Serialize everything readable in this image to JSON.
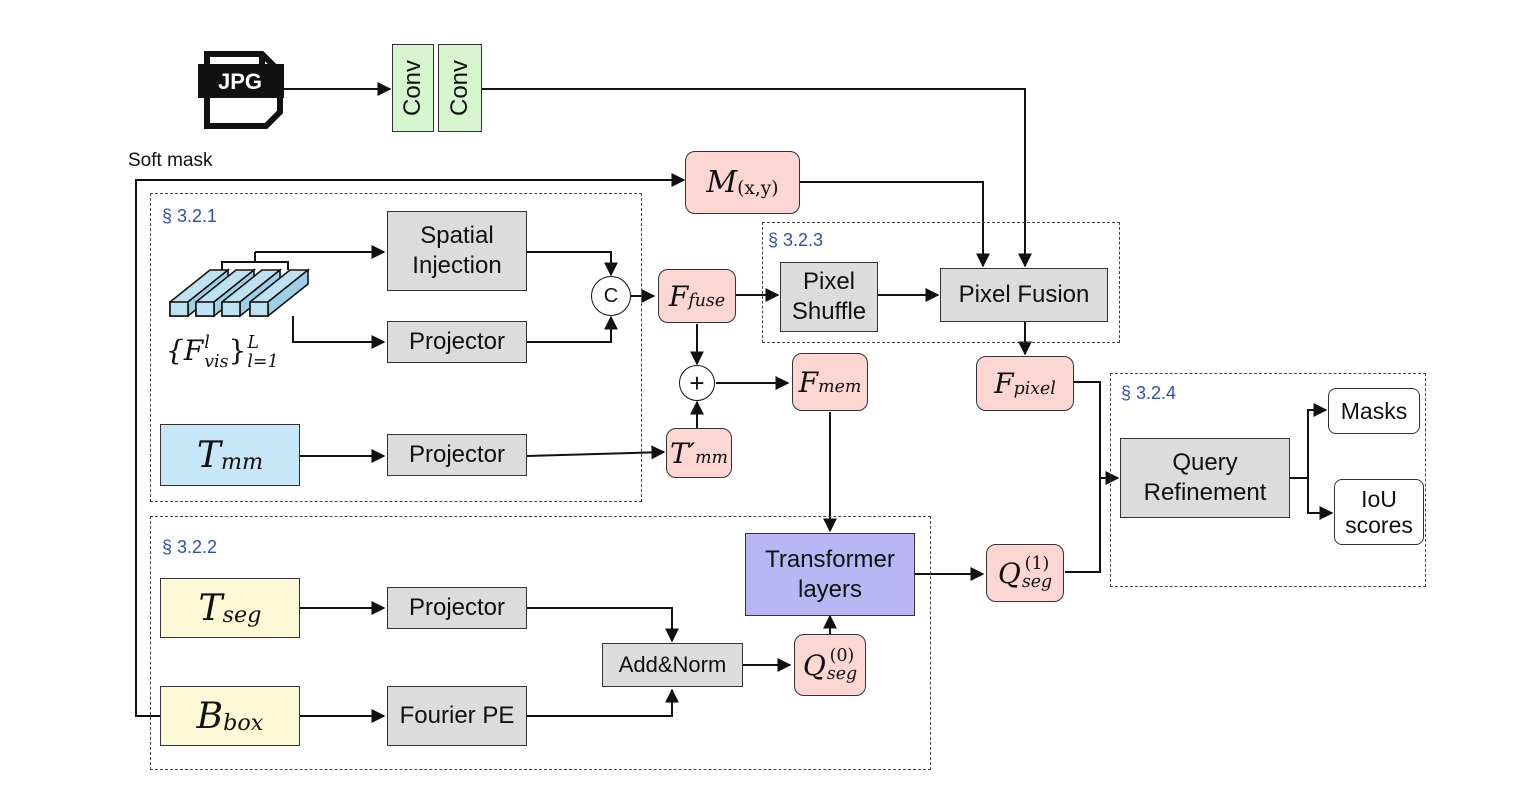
{
  "sections": {
    "s321": "§ 3.2.1",
    "s322": "§ 3.2.2",
    "s323": "§ 3.2.3",
    "s324": "§ 3.2.4"
  },
  "input": {
    "jpg_icon_text": "JPG",
    "soft_mask_label": "Soft mask",
    "conv_1": "Conv",
    "conv_2": "Conv"
  },
  "nodes": {
    "spatial_injection_1": "Spatial",
    "spatial_injection_2": "Injection",
    "projector_vis": "Projector",
    "projector_tmm": "Projector",
    "projector_tseg": "Projector",
    "fourier_pe": "Fourier PE",
    "add_norm": "Add&Norm",
    "pixel_shuffle_1": "Pixel",
    "pixel_shuffle_2": "Shuffle",
    "pixel_fusion": "Pixel Fusion",
    "transformer_1": "Transformer",
    "transformer_2": "layers",
    "query_refinement_1": "Query",
    "query_refinement_2": "Refinement",
    "masks": "Masks",
    "iou_1": "IoU",
    "iou_2": "scores",
    "concat_symbol": "C",
    "add_symbol": "+"
  },
  "math": {
    "m_base": "M",
    "m_sub": "(x,y)",
    "f_vis_open": "{F",
    "f_vis_sup": "l",
    "f_vis_sub": "vis",
    "f_vis_close": "}",
    "f_vis_range_sup": "L",
    "f_vis_range_sub": "l=1",
    "t_mm_base": "T",
    "t_mm_sub": "mm",
    "t_mm_prime_base": "T′",
    "t_mm_prime_sub": "mm",
    "f_fuse_base": "F",
    "f_fuse_sub": "fuse",
    "f_mem_base": "F",
    "f_mem_sub": "mem",
    "f_pixel_base": "F",
    "f_pixel_sub": "pixel",
    "t_seg_base": "T",
    "t_seg_sub": "seg",
    "b_box_base": "B",
    "b_box_sub": "box",
    "q0_base": "Q",
    "q0_sup": "(0)",
    "q0_sub": "seg",
    "q1_base": "Q",
    "q1_sup": "(1)",
    "q1_sub": "seg"
  },
  "colors": {
    "section_label": "#2f4fb8",
    "gray_box": "#dcdcdc",
    "pink_box": "#fbd6d3",
    "blue_box": "#c7e6f7",
    "yellow_box": "#fdf8d6",
    "purple_box": "#b9b6f4",
    "conv_box": "#d6f5cf",
    "feature_stack": "#bfe2f2"
  }
}
